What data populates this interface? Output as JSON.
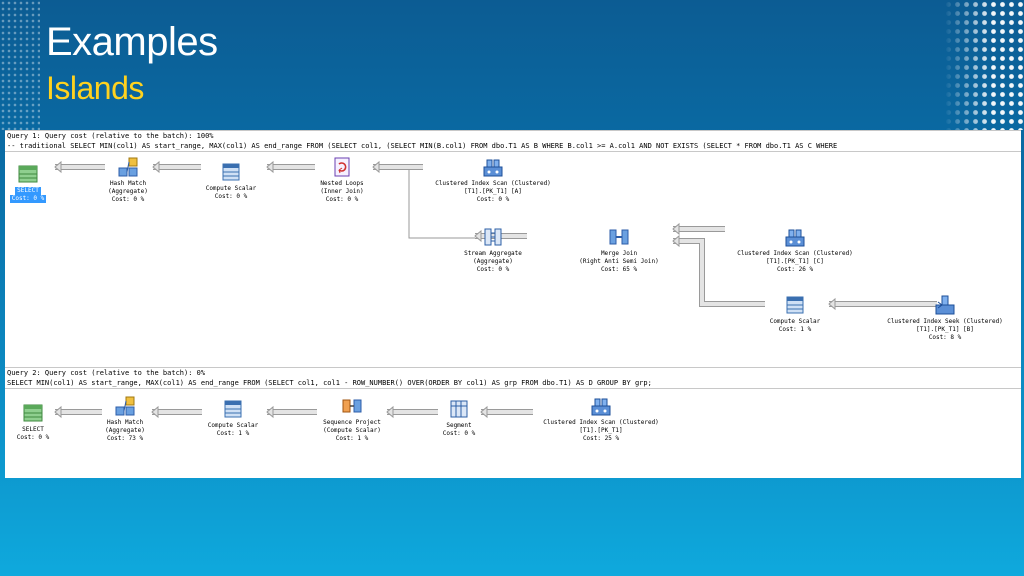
{
  "slide": {
    "title": "Examples",
    "subtitle": "Islands"
  },
  "queries": [
    {
      "header": "Query 1: Query cost (relative to the batch): 100%",
      "sql": "-- traditional SELECT MIN(col1) AS start_range, MAX(col1) AS end_range FROM (SELECT col1, (SELECT MIN(B.col1) FROM dbo.T1 AS B WHERE B.col1 >= A.col1 AND NOT EXISTS (SELECT * FROM dbo.T1 AS C WHERE",
      "nodes": [
        {
          "icon": "select-icon",
          "lines": [
            "SELECT",
            "Cost: 0 %"
          ],
          "selected": true
        },
        {
          "icon": "hash-match-icon",
          "lines": [
            "Hash Match",
            "(Aggregate)",
            "Cost: 0 %"
          ]
        },
        {
          "icon": "compute-scalar-icon",
          "lines": [
            "Compute Scalar",
            "Cost: 0 %"
          ]
        },
        {
          "icon": "nested-loops-icon",
          "lines": [
            "Nested Loops",
            "(Inner Join)",
            "Cost: 0 %"
          ]
        },
        {
          "icon": "clustered-index-scan-icon",
          "lines": [
            "Clustered Index Scan (Clustered)",
            "[T1].[PK_T1] [A]",
            "Cost: 0 %"
          ]
        },
        {
          "icon": "stream-aggregate-icon",
          "lines": [
            "Stream Aggregate",
            "(Aggregate)",
            "Cost: 0 %"
          ]
        },
        {
          "icon": "merge-join-icon",
          "lines": [
            "Merge Join",
            "(Right Anti Semi Join)",
            "Cost: 65 %"
          ]
        },
        {
          "icon": "clustered-index-scan-icon",
          "lines": [
            "Clustered Index Scan (Clustered)",
            "[T1].[PK_T1] [C]",
            "Cost: 26 %"
          ]
        },
        {
          "icon": "compute-scalar-icon",
          "lines": [
            "Compute Scalar",
            "Cost: 1 %"
          ]
        },
        {
          "icon": "clustered-index-seek-icon",
          "lines": [
            "Clustered Index Seek (Clustered)",
            "[T1].[PK_T1] [B]",
            "Cost: 8 %"
          ]
        }
      ]
    },
    {
      "header": "Query 2: Query cost (relative to the batch): 0%",
      "sql": "SELECT MIN(col1) AS start_range, MAX(col1) AS end_range FROM (SELECT col1, col1 - ROW_NUMBER() OVER(ORDER BY col1) AS grp FROM dbo.T1) AS D GROUP BY grp;",
      "nodes": [
        {
          "icon": "select-icon",
          "lines": [
            "SELECT",
            "Cost: 0 %"
          ]
        },
        {
          "icon": "hash-match-icon",
          "lines": [
            "Hash Match",
            "(Aggregate)",
            "Cost: 73 %"
          ]
        },
        {
          "icon": "compute-scalar-icon",
          "lines": [
            "Compute Scalar",
            "Cost: 1 %"
          ]
        },
        {
          "icon": "sequence-project-icon",
          "lines": [
            "Sequence Project",
            "(Compute Scalar)",
            "Cost: 1 %"
          ]
        },
        {
          "icon": "segment-icon",
          "lines": [
            "Segment",
            "Cost: 0 %"
          ]
        },
        {
          "icon": "clustered-index-scan-icon",
          "lines": [
            "Clustered Index Scan (Clustered)",
            "[T1].[PK_T1]",
            "Cost: 25 %"
          ]
        }
      ]
    }
  ],
  "colors": {
    "accent": "#ffd21f",
    "selection": "#3399ff",
    "arrow_fill": "#e4e4e4",
    "arrow_stroke": "#9a9a9a"
  }
}
